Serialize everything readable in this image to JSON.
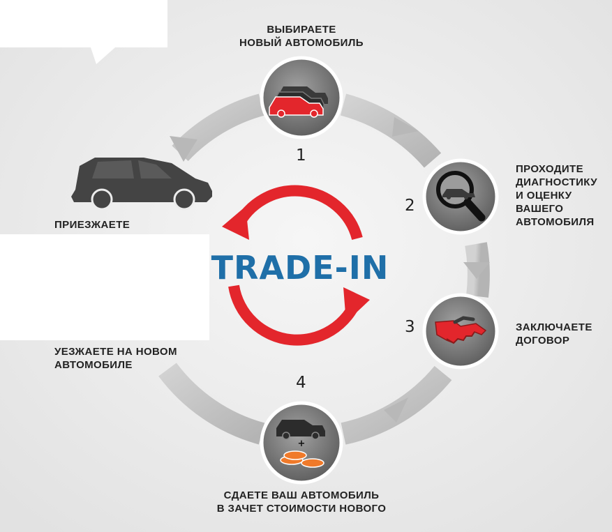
{
  "center_logo": "TRADE-IN",
  "steps": [
    {
      "number": "1",
      "lines": [
        "ВЫБИРАЕТЕ",
        "НОВЫЙ АВТОМОБИЛЬ"
      ],
      "icon": "cars-icon"
    },
    {
      "number": "2",
      "lines": [
        "ПРОХОДИТЕ",
        "ДИАГНОСТИКУ",
        "И ОЦЕНКУ",
        "ВАШЕГО",
        "АВТОМОБИЛЯ"
      ],
      "icon": "magnifier-car-icon"
    },
    {
      "number": "3",
      "lines": [
        "ЗАКЛЮЧАЕТЕ",
        "ДОГОВОР"
      ],
      "icon": "handshake-icon"
    },
    {
      "number": "4",
      "lines": [
        "СДАЕТЕ ВАШ АВТОМОБИЛЬ",
        "В ЗАЧЕТ СТОИМОСТИ НОВОГО"
      ],
      "icon": "car-plus-coins-icon"
    }
  ],
  "arrive": {
    "lines": [
      "ПРИЕЗЖАЕТЕ"
    ],
    "icon": "car-silhouette-icon"
  },
  "leave": {
    "lines": [
      "УЕЗЖАЕТЕ НА НОВОМ",
      "АВТОМОБИЛЕ"
    ]
  },
  "colors": {
    "accent_red": "#e3262c",
    "logo_blue": "#1f6fa8",
    "ring_gray": "#c4c4c4",
    "text": "#222222"
  }
}
